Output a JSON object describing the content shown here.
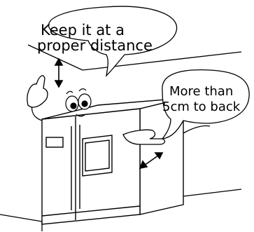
{
  "callouts": {
    "top_line1": "Keep it at a",
    "top_line2": "proper distance",
    "right_line1": "More than",
    "right_line2": "5cm to back"
  }
}
